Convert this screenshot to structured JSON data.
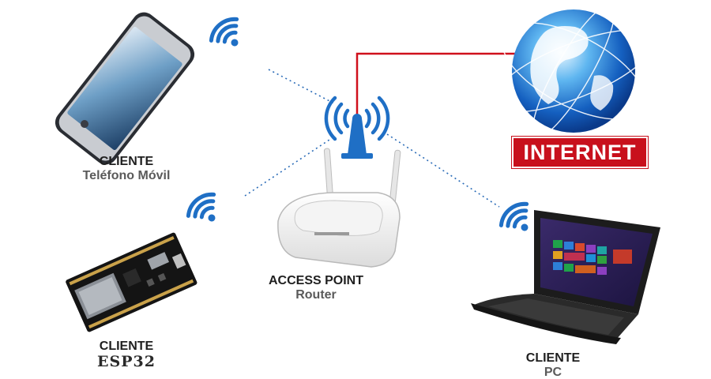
{
  "nodes": {
    "phone": {
      "title": "CLIENTE",
      "subtitle": "Teléfono Móvil"
    },
    "esp32": {
      "title": "CLIENTE",
      "subtitle": "ESP32"
    },
    "router": {
      "title": "ACCESS POINT",
      "subtitle": "Router"
    },
    "pc": {
      "title": "CLIENTE",
      "subtitle": "PC"
    },
    "internet": {
      "label": "INTERNET"
    }
  },
  "colors": {
    "wifi_blue": "#1f6fc5",
    "wired_red": "#d0101c",
    "dotted_link": "#2b6cb8",
    "internet_badge": "#c8101c"
  },
  "icons": [
    "wifi-icon",
    "antenna-icon",
    "globe-icon"
  ]
}
